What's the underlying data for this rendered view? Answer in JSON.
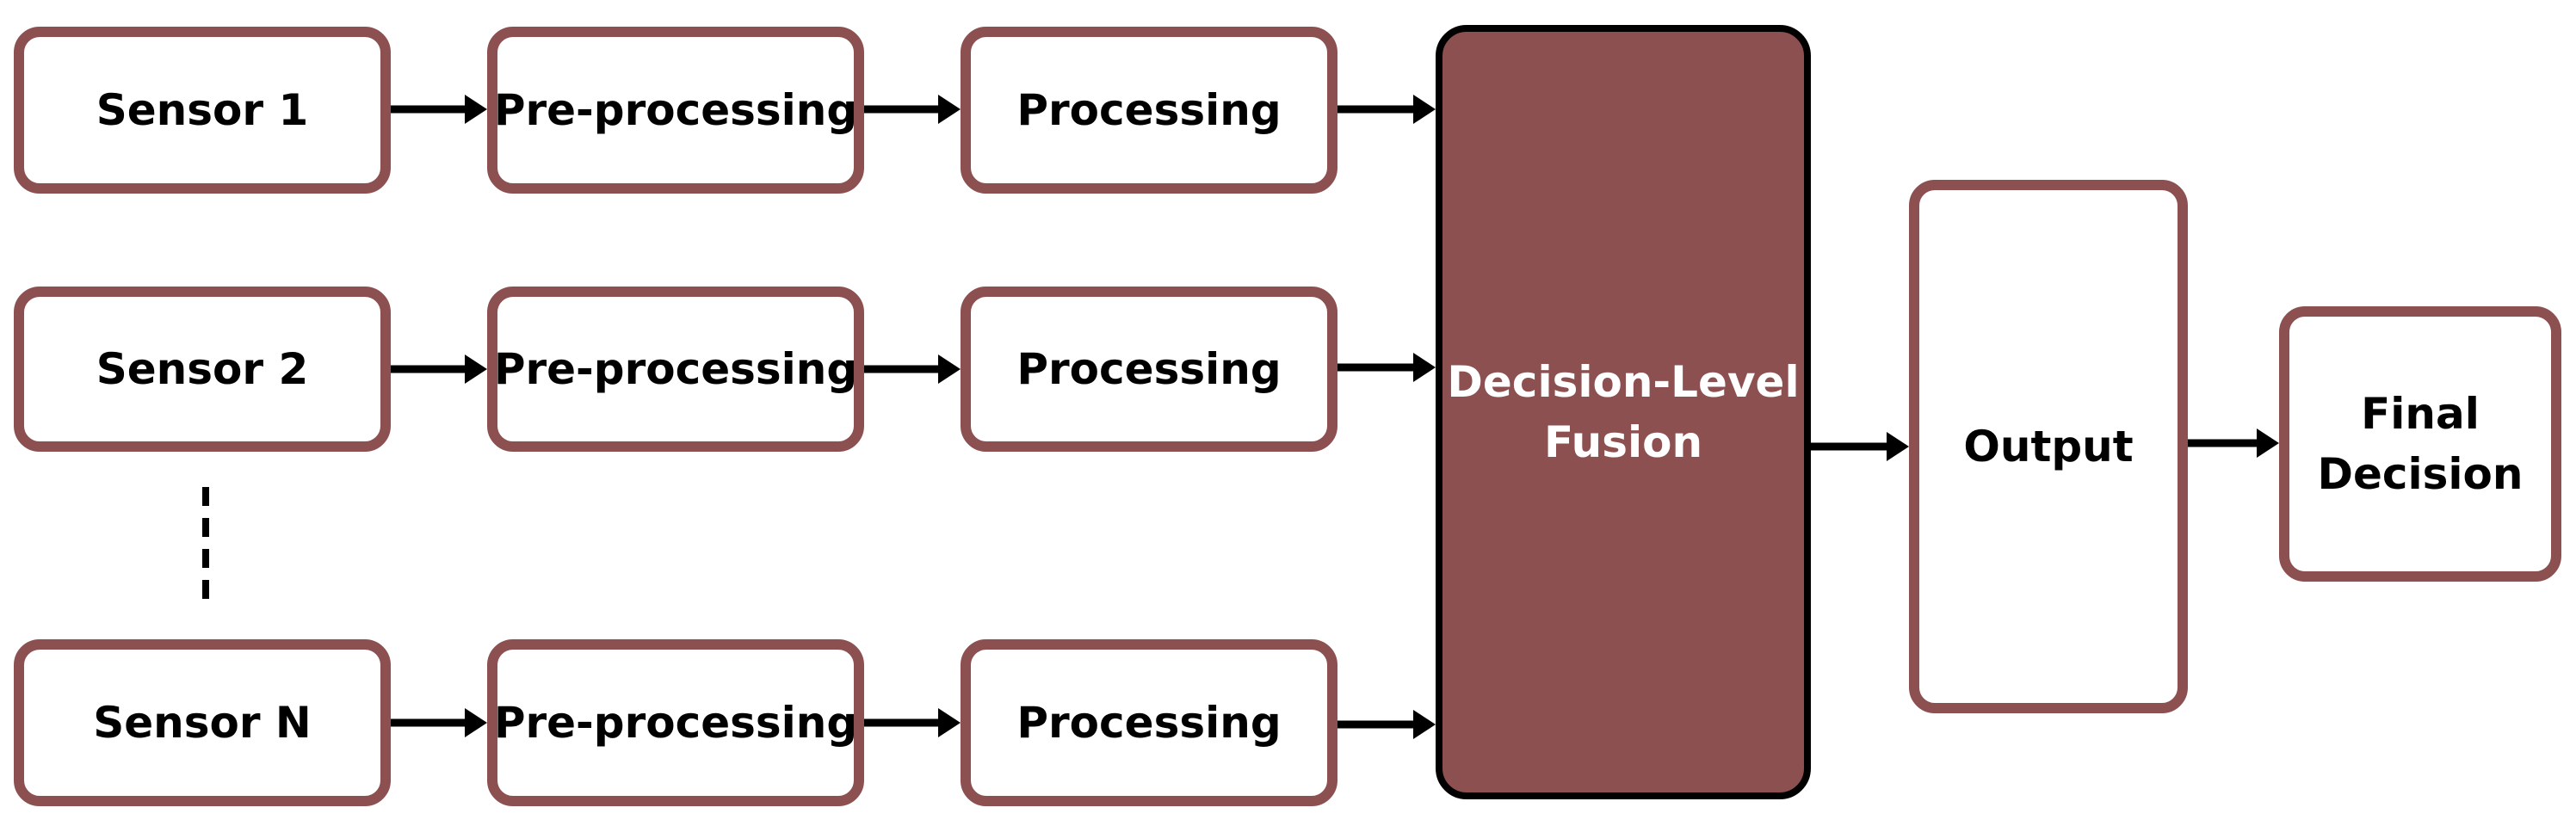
{
  "colors": {
    "box_border": "#8c5050",
    "fusion_fill": "#8c5050",
    "fusion_border": "#000000",
    "arrow": "#000000",
    "text_dark": "#000000",
    "text_light": "#ffffff"
  },
  "rows": [
    {
      "sensor": "Sensor 1",
      "preprocessing": "Pre-processing",
      "processing": "Processing"
    },
    {
      "sensor": "Sensor 2",
      "preprocessing": "Pre-processing",
      "processing": "Processing"
    },
    {
      "sensor": "Sensor N",
      "preprocessing": "Pre-processing",
      "processing": "Processing"
    }
  ],
  "fusion": {
    "label": "Decision-Level\nFusion"
  },
  "output": {
    "label": "Output"
  },
  "final": {
    "label": "Final\nDecision"
  }
}
